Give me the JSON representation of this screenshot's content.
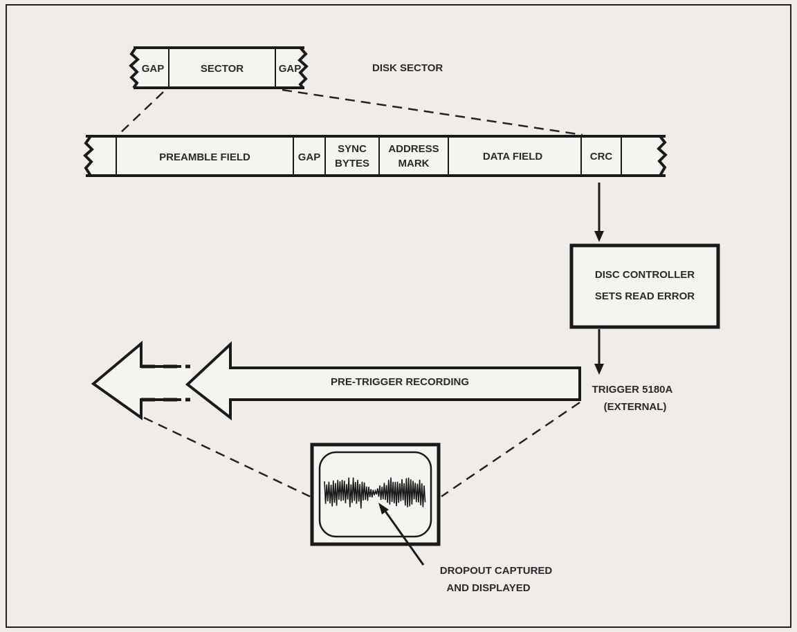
{
  "disk_sector": {
    "title": "DISK SECTOR",
    "gap_left": "GAP",
    "sector": "SECTOR",
    "gap_right": "GAP"
  },
  "sector_fields": {
    "preamble": "PREAMBLE FIELD",
    "gap": "GAP",
    "sync_line1": "SYNC",
    "sync_line2": "BYTES",
    "address_line1": "ADDRESS",
    "address_line2": "MARK",
    "data": "DATA FIELD",
    "crc": "CRC"
  },
  "controller": {
    "line1": "DISC CONTROLLER",
    "line2": "SETS READ ERROR"
  },
  "trigger": {
    "line1": "TRIGGER 5180A",
    "line2": "(EXTERNAL)"
  },
  "recording": {
    "label": "PRE-TRIGGER RECORDING"
  },
  "dropout": {
    "line1": "DROPOUT CAPTURED",
    "line2": "AND  DISPLAYED"
  }
}
